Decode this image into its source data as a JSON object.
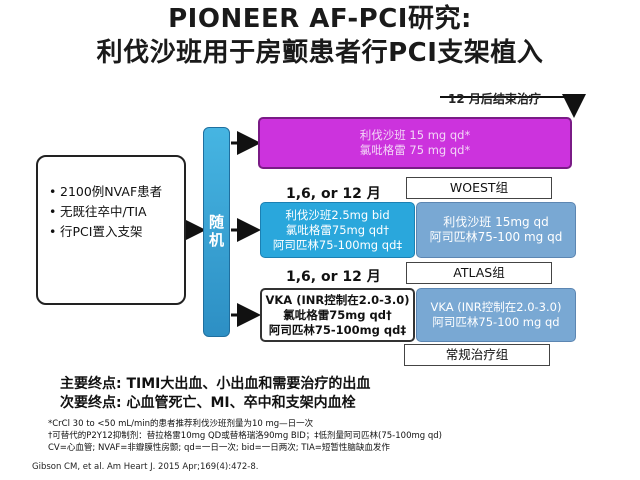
{
  "title": {
    "line1": "PIONEER AF-PCI研究:",
    "line2": "利伐沙班用于房颤患者行PCI支架植入"
  },
  "top_note": "12 月后结束治疗",
  "patients": {
    "items": [
      "2100例NVAF患者",
      "无既往卒中/TIA",
      "行PCI置入支架"
    ]
  },
  "randomize_label": "随机",
  "arms": {
    "woest": {
      "line1": "利伐沙班 15 mg qd*",
      "line2": "氯吡格雷 75 mg qd*",
      "group": "WOEST组"
    },
    "atlas": {
      "months": "1,6, or 12 月",
      "phase1_line1": "利伐沙班2.5mg bid",
      "phase1_line2": "氯吡格雷75mg qd†",
      "phase1_line3": "阿司匹林75-100mg qd‡",
      "phase2_line1": "利伐沙班 15mg qd",
      "phase2_line2": "阿司匹林75-100 mg qd",
      "group": "ATLAS组"
    },
    "standard": {
      "months": "1,6, or 12 月",
      "phase1_line1": "VKA (INR控制在2.0-3.0)",
      "phase1_line2": "氯吡格雷75mg qd†",
      "phase1_line3": "阿司匹林75-100mg qd‡",
      "phase2_line1": "VKA (INR控制在2.0-3.0)",
      "phase2_line2": "阿司匹林75-100 mg qd",
      "group": "常规治疗组"
    }
  },
  "endpoints": {
    "primary": "主要终点: TIMI大出血、小出血和需要治疗的出血",
    "secondary": "次要终点: 心血管死亡、MI、卒中和支架内血栓"
  },
  "footnotes": {
    "line1": "*CrCl 30 to <50 mL/min的患者推荐利伐沙班剂量为10 mg—日一次",
    "line2": "†可替代的P2Y12抑制剂：替拉格雷10mg QD或替格瑞洛90mg BID；‡低剂量阿司匹林(75-100mg qd)",
    "line3": "CV=心血管; NVAF=非瓣膜性房颤; qd=一日一次; bid=一日两次; TIA=短暂性脑缺血发作"
  },
  "citation": "Gibson CM, et al. Am Heart J. 2015 Apr;169(4):472-8."
}
